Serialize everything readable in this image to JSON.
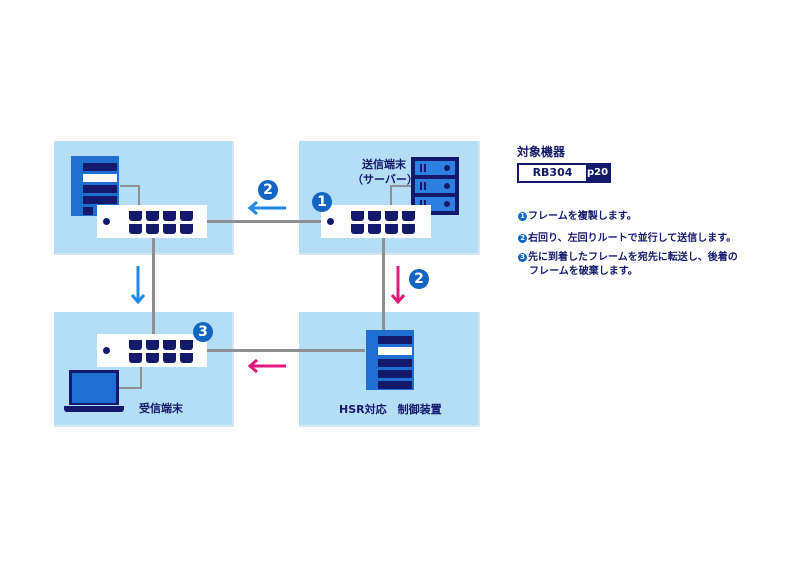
{
  "panels": {
    "top_left": {
      "label": ""
    },
    "top_right": {
      "label_line1": "送信端末",
      "label_line2": "（サーバー）"
    },
    "bottom_left": {
      "label": "受信端末"
    },
    "bottom_right": {
      "label": "HSR対応　制御装置"
    }
  },
  "markers": {
    "step1": "1",
    "step2_top": "2",
    "step2_right": "2",
    "step3": "3"
  },
  "target_device": {
    "title": "対象機器",
    "model": "RB304",
    "page": "p20"
  },
  "steps": [
    {
      "num": "1",
      "text": "フレームを複製します。"
    },
    {
      "num": "2",
      "text": "右回り、左回りルートで並行して送信します。"
    },
    {
      "num": "3",
      "text": "先に到着したフレームを宛先に転送し、後着の",
      "text2": "フレームを破棄します。"
    }
  ],
  "colors": {
    "panel_bg": "#b3def5",
    "navy": "#14196b",
    "blue": "#1f6fd3",
    "badge_blue": "#1166c4",
    "arrow_blue": "#1e88e5",
    "arrow_pink": "#e0197d",
    "wire_gray": "#8d8f92"
  }
}
